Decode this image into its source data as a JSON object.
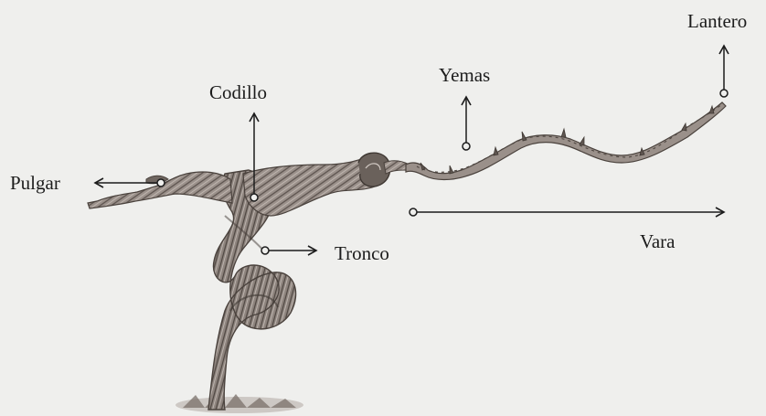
{
  "diagram": {
    "subject": "vine-stock",
    "labels": {
      "lantero": "Lantero",
      "yemas": "Yemas",
      "codillo": "Codillo",
      "pulgar": "Pulgar",
      "tronco": "Tronco",
      "vara": "Vara"
    },
    "colors": {
      "background": "#efefed",
      "ink": "#1c1c1c",
      "wood_dark": "#5b524d",
      "wood_mid": "#8a7f79",
      "wood_light": "#bdb4ae"
    }
  }
}
